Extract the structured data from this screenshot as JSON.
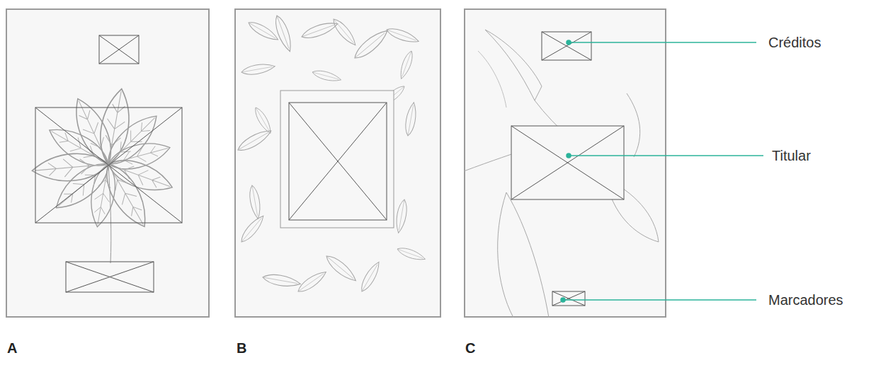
{
  "diagram": {
    "labels": [
      "Créditos",
      "Titular",
      "Marcadores",
      "A",
      "B",
      "C"
    ]
  }
}
